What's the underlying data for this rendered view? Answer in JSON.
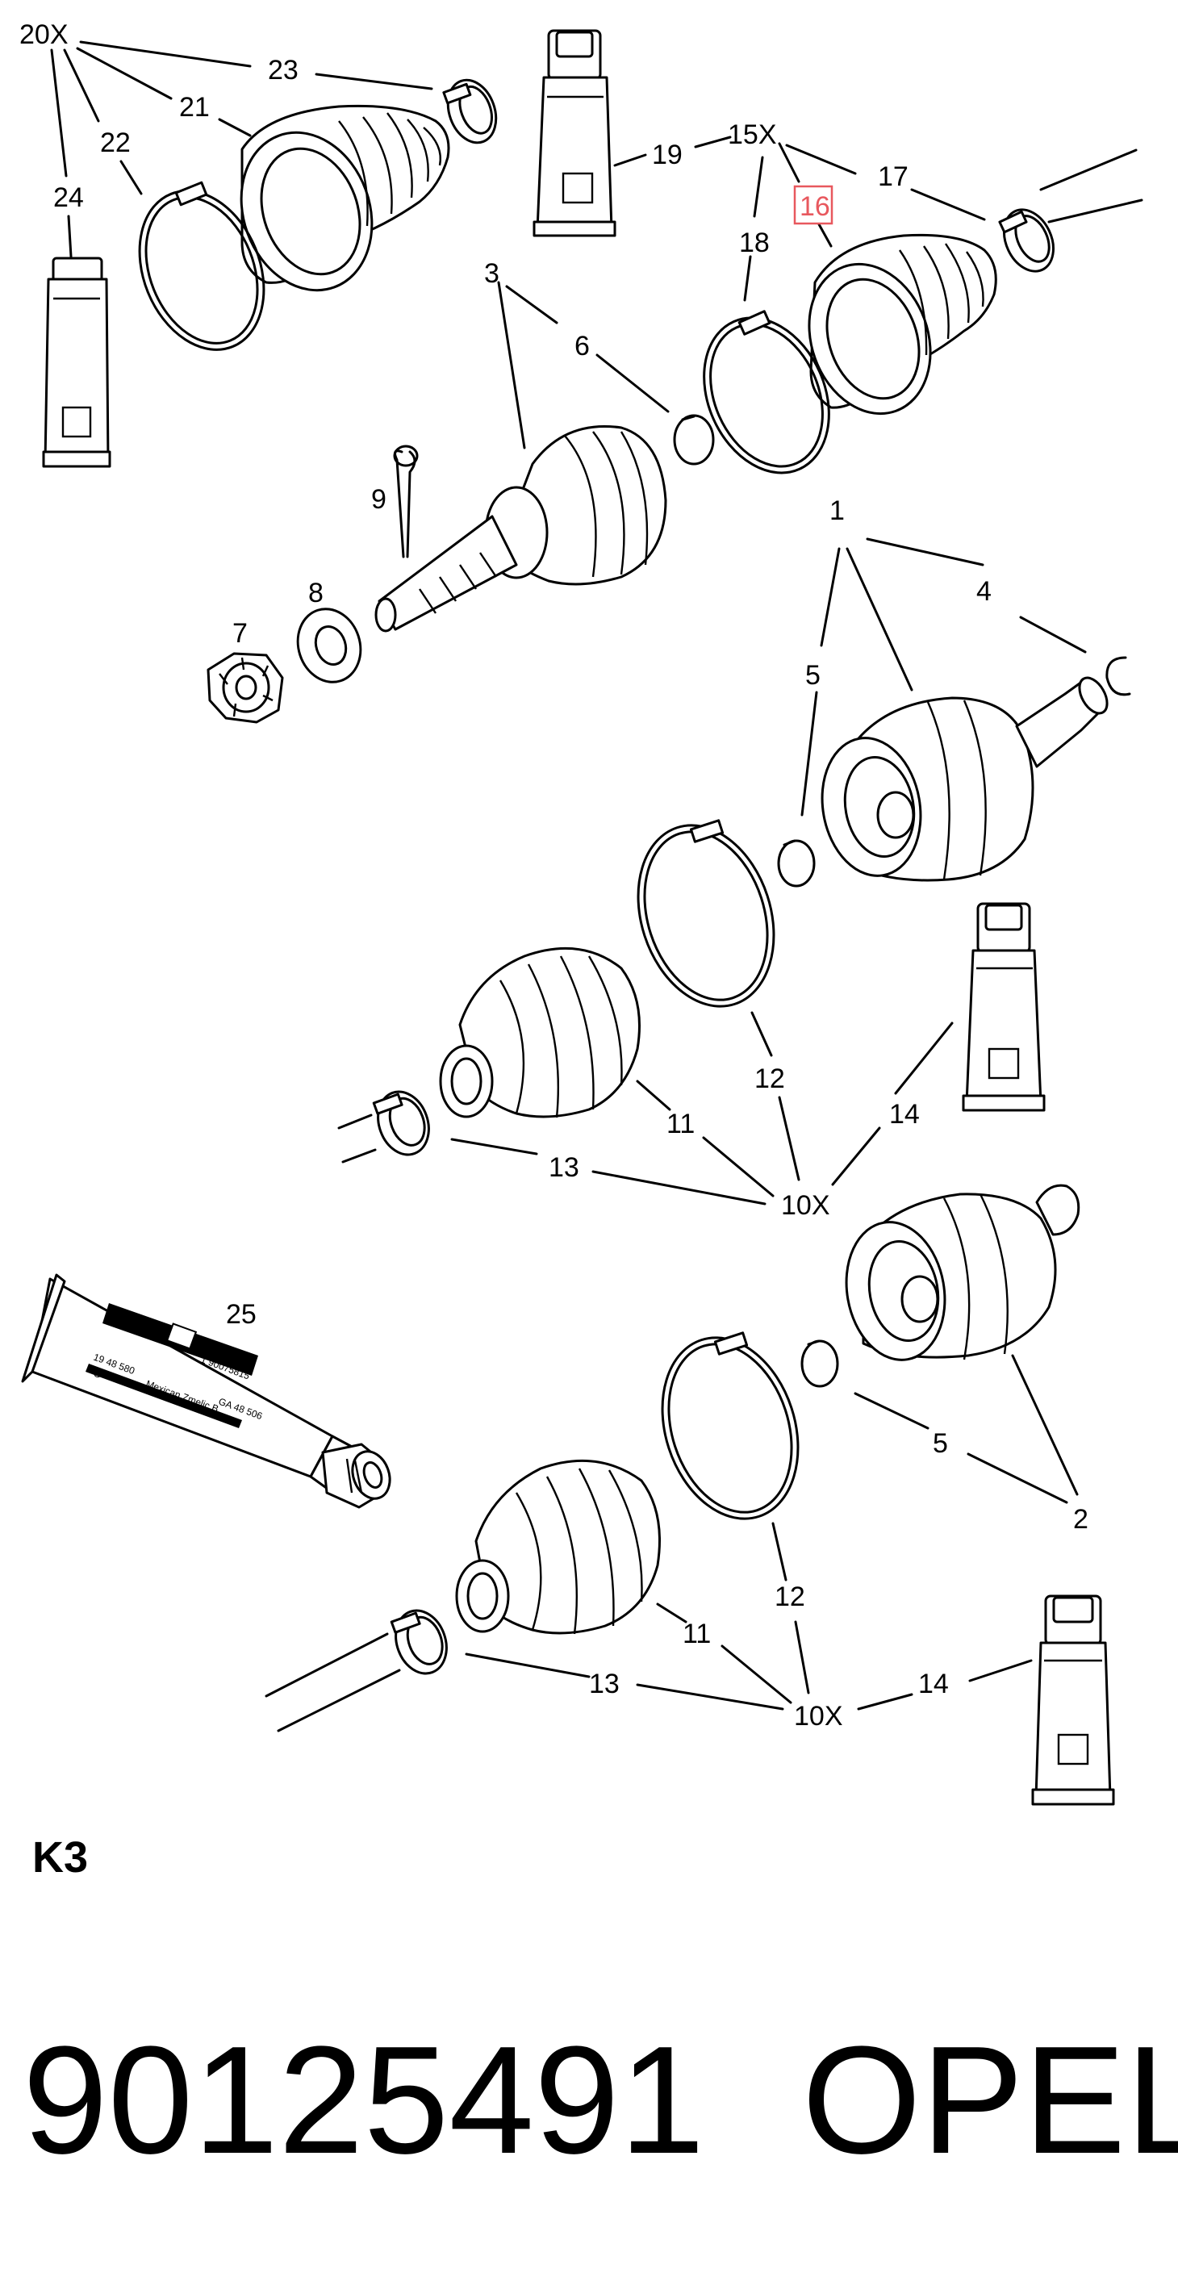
{
  "labels": {
    "l20X": "20X",
    "l23": "23",
    "l21": "21",
    "l22": "22",
    "l24": "24",
    "l19": "19",
    "l15X": "15X",
    "l17": "17",
    "l16": "16",
    "l18": "18",
    "l3": "3",
    "l6": "6",
    "l9": "9",
    "l8": "8",
    "l7": "7",
    "l1": "1",
    "l4": "4",
    "l5a": "5",
    "l12a": "12",
    "l14a": "14",
    "l11a": "11",
    "l13a": "13",
    "l10Xa": "10X",
    "l25": "25",
    "l5b": "5",
    "l2": "2",
    "l12b": "12",
    "l11b": "11",
    "l13b": "13",
    "l10Xb": "10X",
    "l14b": "14"
  },
  "highlight_color": "#e8585e",
  "section_code": "K3",
  "part_number": "90125491",
  "brand": "OPEL"
}
